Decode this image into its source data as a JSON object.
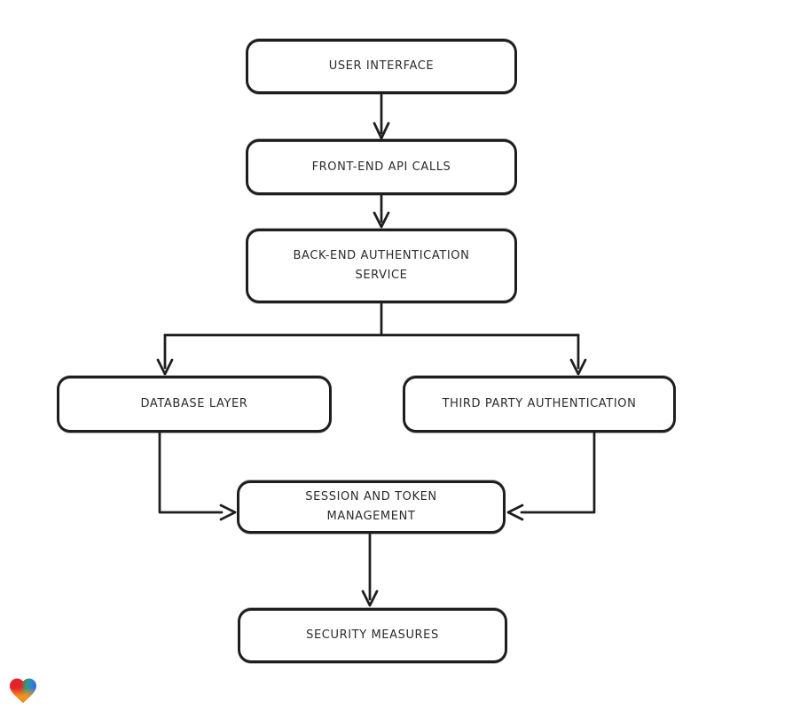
{
  "diagram": {
    "type": "flowchart",
    "direction": "top-down",
    "style": {
      "appearance": "hand-drawn",
      "stroke_color": "#1e1e1e",
      "node_fill": "#ffffff",
      "text_color": "#2b2b2b",
      "background": "#ffffff"
    },
    "nodes": [
      {
        "id": "user-interface",
        "label": "USER INTERFACE"
      },
      {
        "id": "front-end-api-calls",
        "label": "FRONT-END API CALLS"
      },
      {
        "id": "back-end-authentication-service",
        "label": "BACK-END AUTHENTICATION\nSERVICE"
      },
      {
        "id": "database-layer",
        "label": "DATABASE LAYER"
      },
      {
        "id": "third-party-authentication",
        "label": "THIRD PARTY AUTHENTICATION"
      },
      {
        "id": "session-and-token-management",
        "label": "SESSION AND TOKEN\nMANAGEMENT"
      },
      {
        "id": "security-measures",
        "label": "SECURITY MEASURES"
      }
    ],
    "edges": [
      {
        "from": "user-interface",
        "to": "front-end-api-calls"
      },
      {
        "from": "front-end-api-calls",
        "to": "back-end-authentication-service"
      },
      {
        "from": "back-end-authentication-service",
        "to": "database-layer"
      },
      {
        "from": "back-end-authentication-service",
        "to": "third-party-authentication"
      },
      {
        "from": "database-layer",
        "to": "session-and-token-management"
      },
      {
        "from": "third-party-authentication",
        "to": "session-and-token-management"
      },
      {
        "from": "session-and-token-management",
        "to": "security-measures"
      }
    ]
  },
  "branding": {
    "logo_icon": "heart-gradient-icon",
    "logo_colors": {
      "red": "#e32329",
      "green": "#29a07c",
      "blue": "#2f6ae0",
      "orange": "#f7941d"
    }
  }
}
